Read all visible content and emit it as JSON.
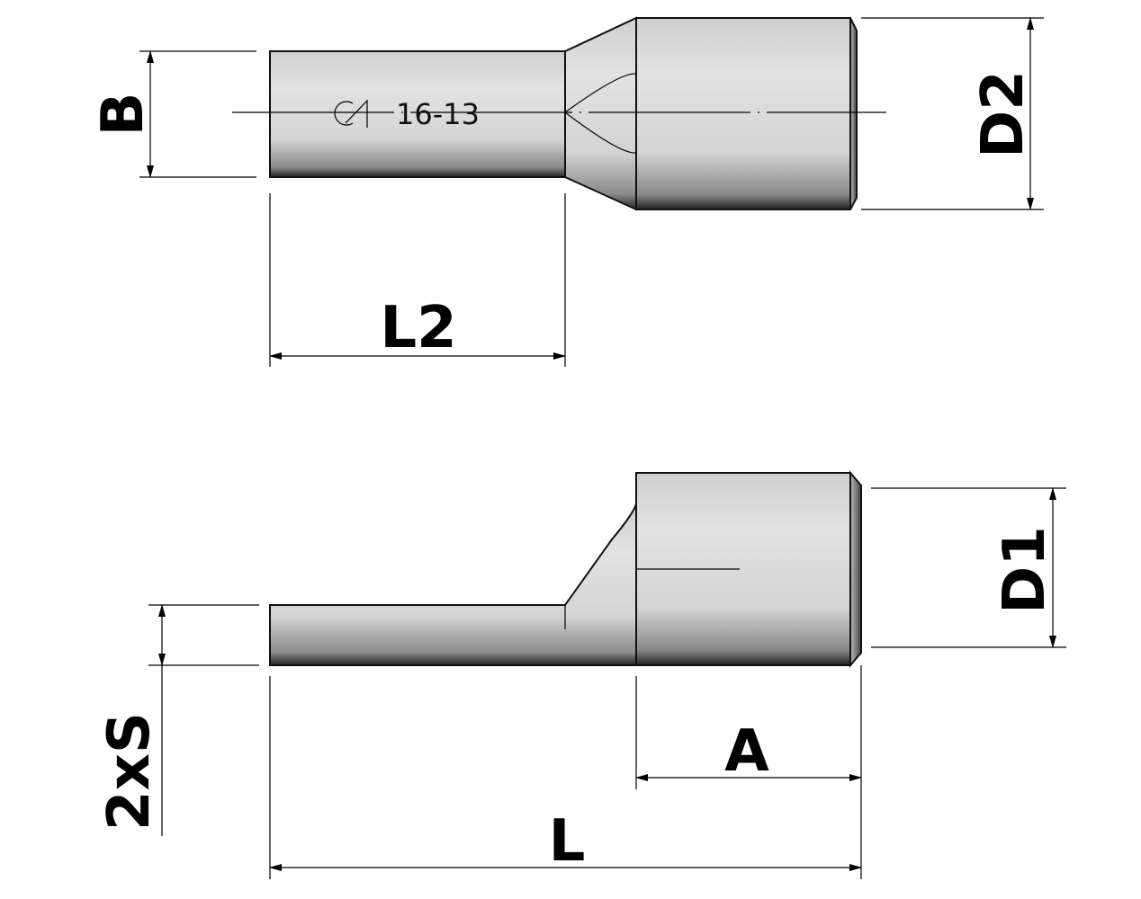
{
  "drawing": {
    "top_view": {
      "marking_logo": "manufacturer-logo",
      "marking_text": "16-13",
      "dimensions": {
        "b": "B",
        "d2": "D2",
        "l2": "L2"
      }
    },
    "side_view": {
      "dimensions": {
        "d1": "D1",
        "s": "2xS",
        "a": "A",
        "l": "L"
      }
    },
    "colors": {
      "body": "#d9d9d9",
      "shadow": "#1a1a1a",
      "line": "#000000"
    }
  }
}
